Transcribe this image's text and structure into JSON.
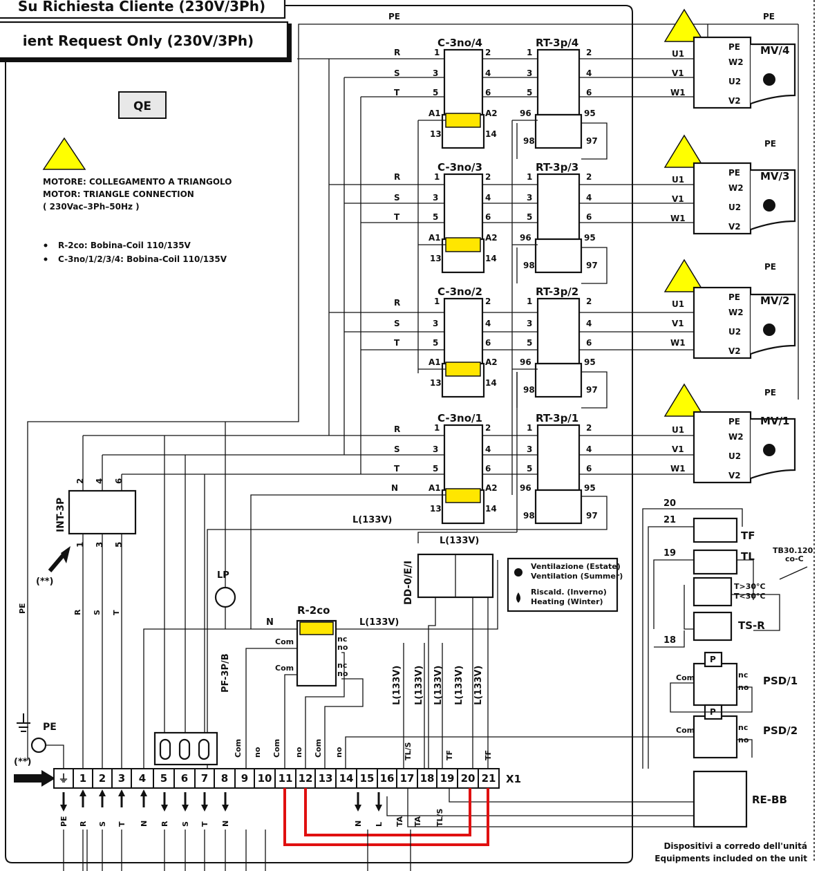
{
  "banner": {
    "line1": "Su Richiesta Cliente (230V/3Ph)",
    "line2": "ient Request Only (230V/3Ph)"
  },
  "qe_label": "QE",
  "motor_note": {
    "line1": "MOTORE: COLLEGAMENTO A TRIANGOLO",
    "line2": "MOTOR: TRIANGLE CONNECTION",
    "line3": "( 230Vac–3Ph–50Hz )"
  },
  "coil_notes": [
    "R-2co: Bobina-Coil 110/135V",
    "C-3no/1/2/3/4: Bobina-Coil 110/135V"
  ],
  "phases": [
    "R",
    "S",
    "T"
  ],
  "pe": "PE",
  "contactors": [
    {
      "name": "C-3no/4",
      "thermal": "RT-3p/4",
      "motor": "MV/4"
    },
    {
      "name": "C-3no/3",
      "thermal": "RT-3p/3",
      "motor": "MV/3"
    },
    {
      "name": "C-3no/2",
      "thermal": "RT-3p/2",
      "motor": "MV/2"
    },
    {
      "name": "C-3no/1",
      "thermal": "RT-3p/1",
      "motor": "MV/1"
    }
  ],
  "contact_nums": [
    "1",
    "2",
    "3",
    "4",
    "5",
    "6",
    "A1",
    "A2",
    "13",
    "14"
  ],
  "thermal_nums": [
    "1",
    "2",
    "3",
    "4",
    "5",
    "6",
    "96",
    "95",
    "98",
    "97"
  ],
  "motor_terms": {
    "left": [
      "U1",
      "V1",
      "W1"
    ],
    "right": [
      "W2",
      "U2",
      "V2"
    ],
    "pe": "PE"
  },
  "n_label": "N",
  "l133": "L(133V)",
  "int3p": {
    "name": "INT-3P",
    "top": [
      "2",
      "4",
      "6"
    ],
    "bottom": [
      "1",
      "3",
      "5"
    ]
  },
  "double_star": "(**)",
  "lp": "LP",
  "r2co": {
    "name": "R-2co",
    "com": "Com",
    "nc": "nc",
    "no": "no"
  },
  "pf": "PF-3P/B",
  "dd": "DD-0/E/I",
  "legend": {
    "vent1": "Ventilazione (Estate)",
    "vent2": "Ventilation (Summer)",
    "heat1": "Riscald. (Inverno)",
    "heat2": "Heating (Winter)"
  },
  "thermostats": {
    "tf": "TF",
    "tl": "TL",
    "tsr": "TS-R",
    "n20": "20",
    "n21": "21",
    "n19": "19",
    "n18": "18",
    "tb": "TB30.120",
    "coc": "co-C",
    "hi": "T>30°C",
    "lo": "T<30°C"
  },
  "psd": {
    "p1": "PSD/1",
    "p2": "PSD/2",
    "p": "P",
    "com": "Com",
    "nc": "nc",
    "no": "no"
  },
  "rebb": "RE-BB",
  "terminal": {
    "name": "X1",
    "cells": [
      "⏚",
      "1",
      "2",
      "3",
      "4",
      "5",
      "6",
      "7",
      "8",
      "9",
      "10",
      "11",
      "12",
      "13",
      "14",
      "15",
      "16",
      "17",
      "18",
      "19",
      "20",
      "21"
    ]
  },
  "vert_labels": {
    "pe": "PE",
    "r": "R",
    "s": "S",
    "t": "T",
    "com": "Com",
    "no": "no",
    "tls": "TL/S",
    "tf": "TF",
    "l133": "L(133V)"
  },
  "bottom_labels": [
    "PE",
    "R",
    "S",
    "T",
    "N",
    "R",
    "S",
    "T",
    "N",
    "N",
    "L",
    "TA",
    "TA",
    "TL/S"
  ],
  "footer": {
    "line1": "Dispositivi a corredo dell'unitá",
    "line2": "Equipments included on the unit"
  }
}
